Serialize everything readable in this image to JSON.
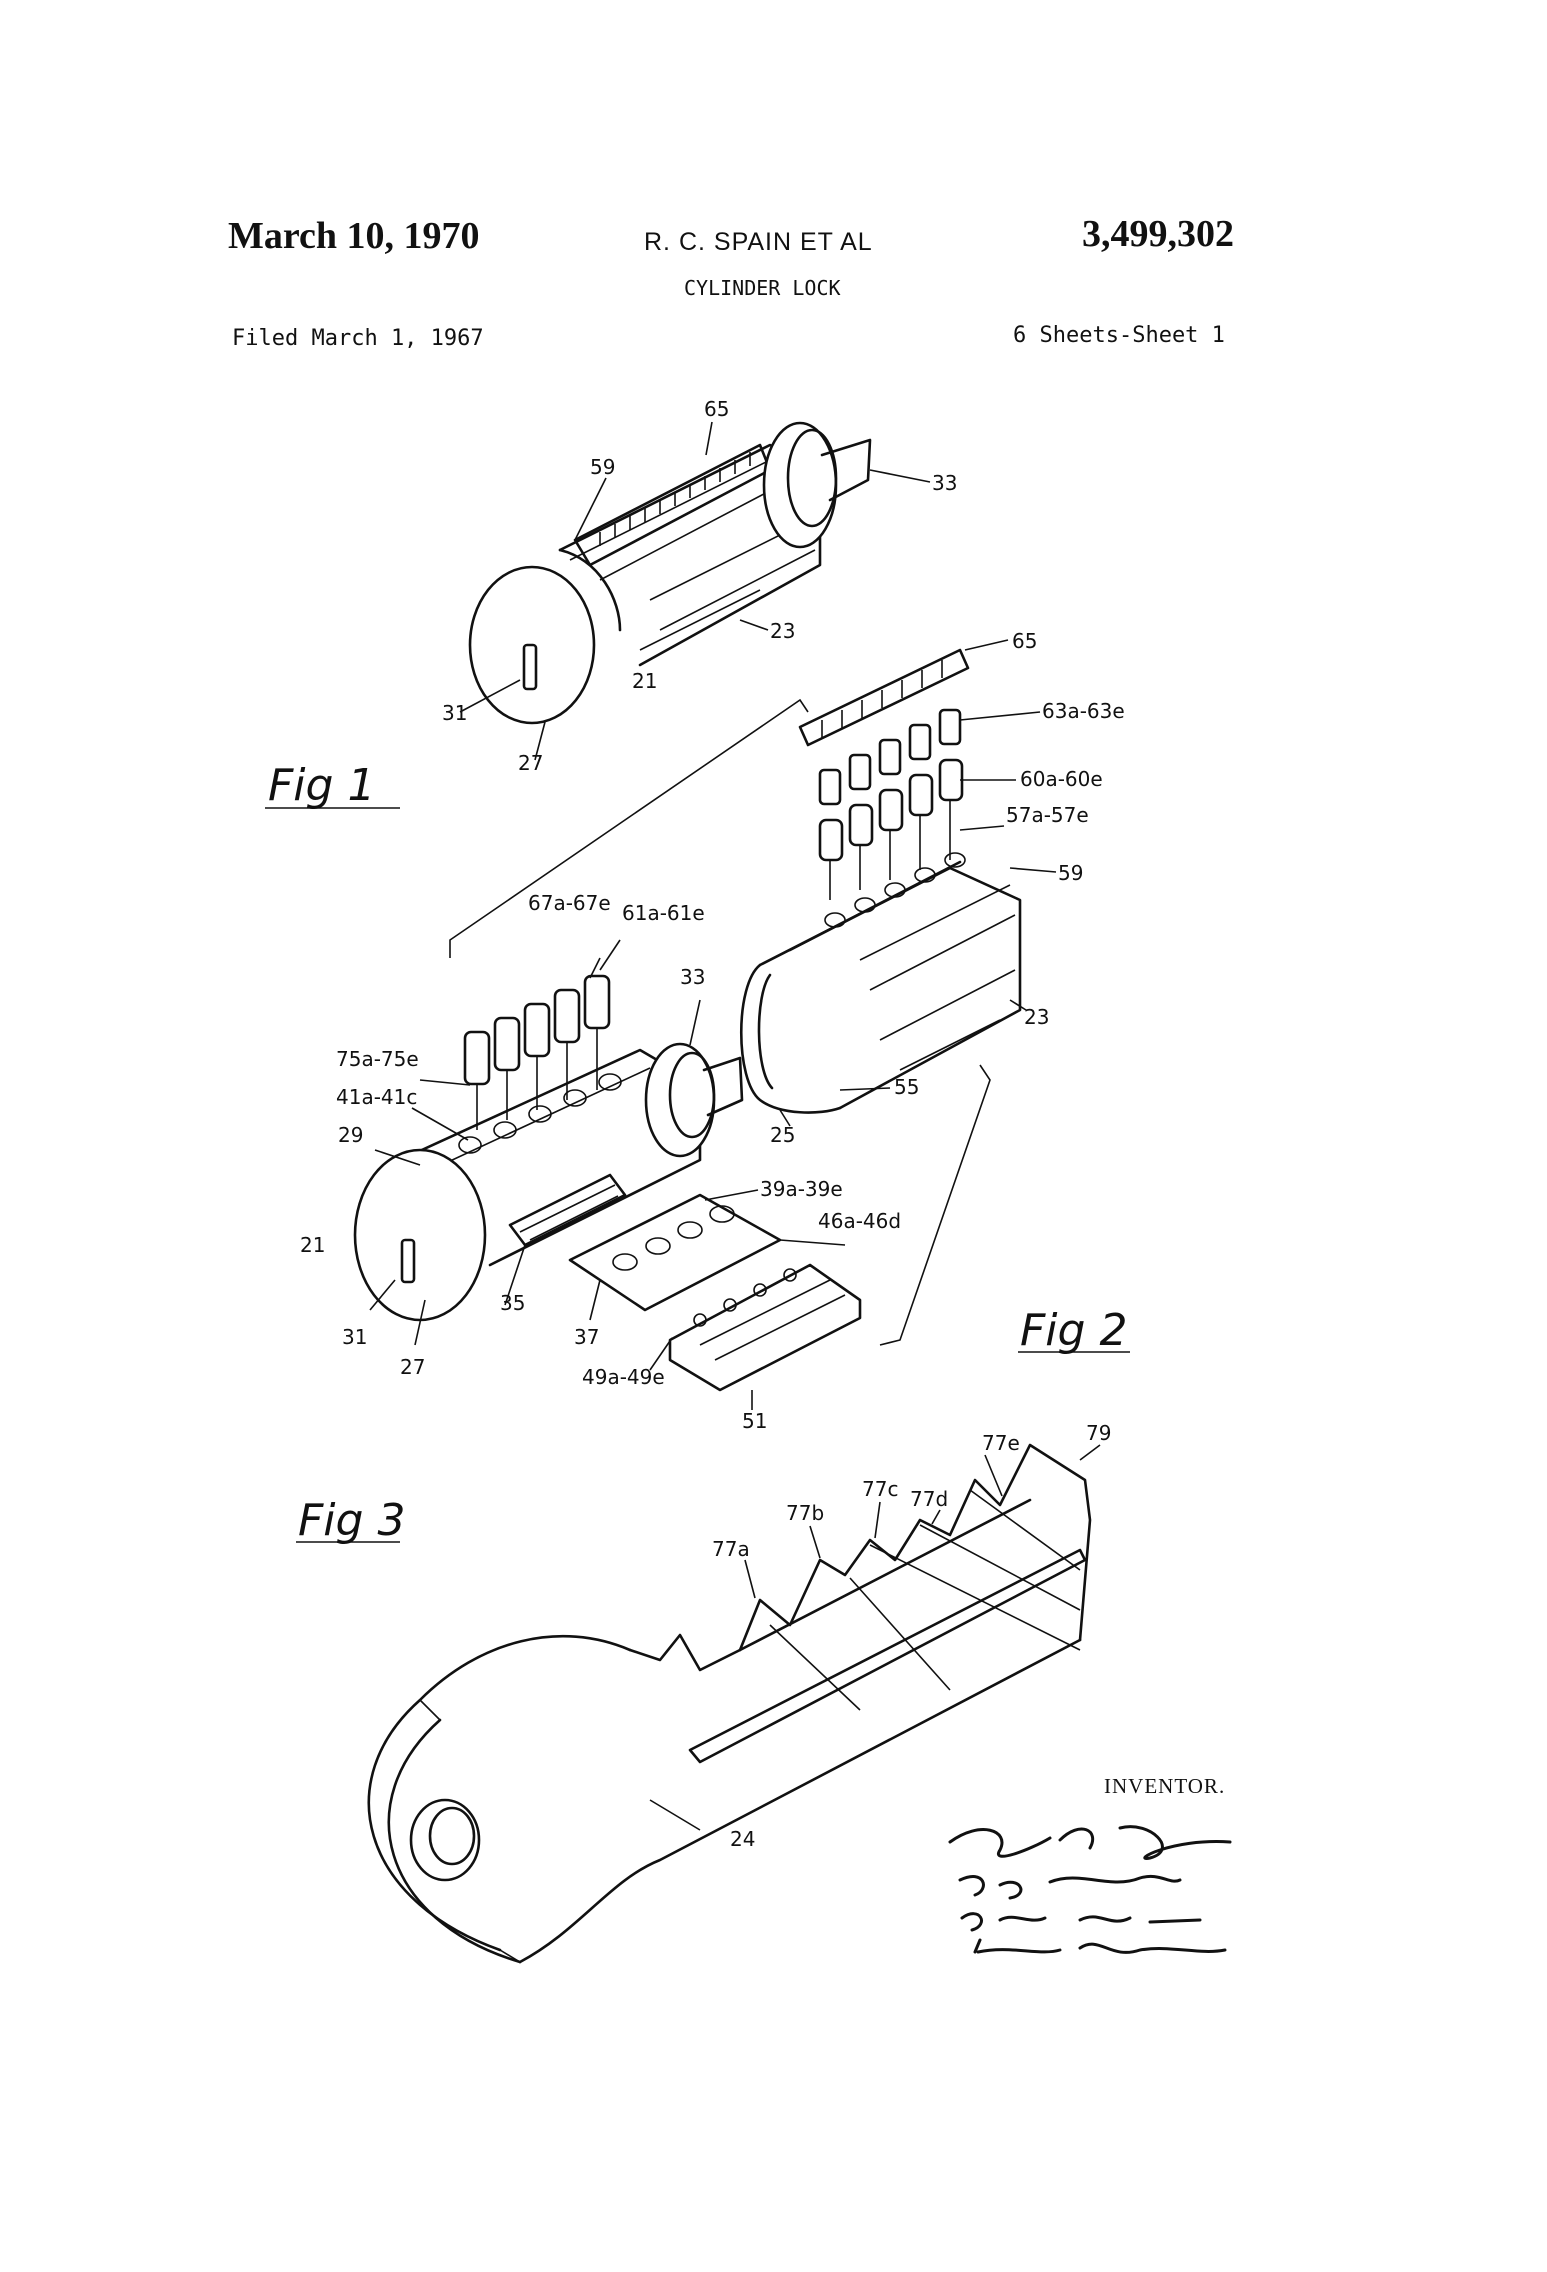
{
  "header": {
    "date": "March 10, 1970",
    "inventors": "R. C. SPAIN ET AL",
    "patent_number": "3,499,302",
    "title": "CYLINDER LOCK",
    "filed": "Filed March 1, 1967",
    "sheets": "6 Sheets-Sheet 1"
  },
  "figures": {
    "fig1": "Fig 1",
    "fig2": "Fig 2",
    "fig3": "Fig 3"
  },
  "labels": {
    "fig1": {
      "l65": "65",
      "l59": "59",
      "l33": "33",
      "l23": "23",
      "l21": "21",
      "l31": "31",
      "l27": "27"
    },
    "fig2": {
      "l65": "65",
      "l63": "63a-63e",
      "l60": "60a-60e",
      "l57": "57a-57e",
      "l59": "59",
      "l67": "67a-67e",
      "l61": "61a-61e",
      "l33": "33",
      "l23": "23",
      "l55": "55",
      "l25": "25",
      "l75": "75a-75e",
      "l41": "41a-41c",
      "l29": "29",
      "l21": "21",
      "l31": "31",
      "l27": "27",
      "l35": "35",
      "l39": "39a-39e",
      "l46": "46a-46d",
      "l37": "37",
      "l49": "49a-49e",
      "l51": "51"
    },
    "fig3": {
      "l79": "79",
      "l77e": "77e",
      "l77c": "77c",
      "l77d": "77d",
      "l77b": "77b",
      "l77a": "77a",
      "l24": "24"
    }
  },
  "signature": {
    "label": "INVENTOR.",
    "names": [
      "Roy C. Spain",
      "Roy N. Oliver",
      "Elvis C. Flor",
      "Don Brown"
    ]
  }
}
